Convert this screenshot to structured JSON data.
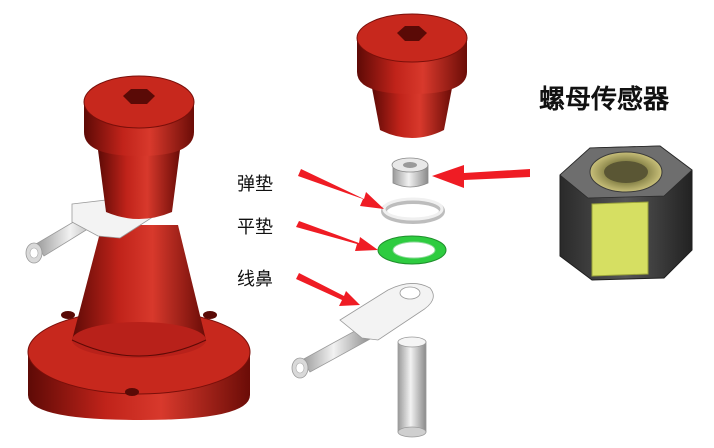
{
  "labels": {
    "title": "螺母传感器",
    "spring_washer": "弹垫",
    "flat_washer": "平垫",
    "cable_lug": "线鼻"
  },
  "colors": {
    "part_red": "#c0231a",
    "part_red_dark": "#7a0f0a",
    "part_red_light": "#e24a3b",
    "arrow_red": "#ef1c24",
    "flat_washer_green": "#2ecc40",
    "sensor_dark": "#3c3c3c",
    "sensor_window": "#d6df62",
    "metal_light": "#e6e6e6"
  },
  "icons": [
    "hex-socket-icon",
    "arrow-icon"
  ]
}
